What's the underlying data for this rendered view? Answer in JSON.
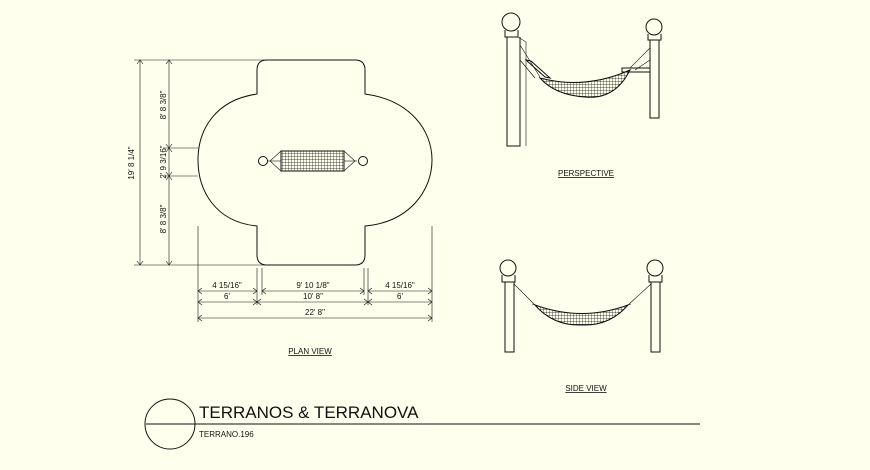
{
  "drawing": {
    "plan_view": {
      "caption": "PLAN VIEW",
      "vertical_dims": {
        "overall": "19' 8 1/4\"",
        "top": "8' 8 3/8\"",
        "middle": "2' 9 3/16\"",
        "bottom": "8' 8 3/8\""
      },
      "horizontal_dims": {
        "left_upper": "4 15/16\"",
        "center_upper": "9' 10 1/8\"",
        "right_upper": "4 15/16\"",
        "left_lower": "6'",
        "center_lower": "10' 8\"",
        "right_lower": "6'",
        "overall": "22' 8\""
      }
    },
    "perspective": {
      "caption": "PERSPECTIVE"
    },
    "side_view": {
      "caption": "SIDE VIEW"
    },
    "title_block": {
      "title": "TERRANOS & TERRANOVA",
      "subtitle": "TERRANO.196"
    }
  }
}
